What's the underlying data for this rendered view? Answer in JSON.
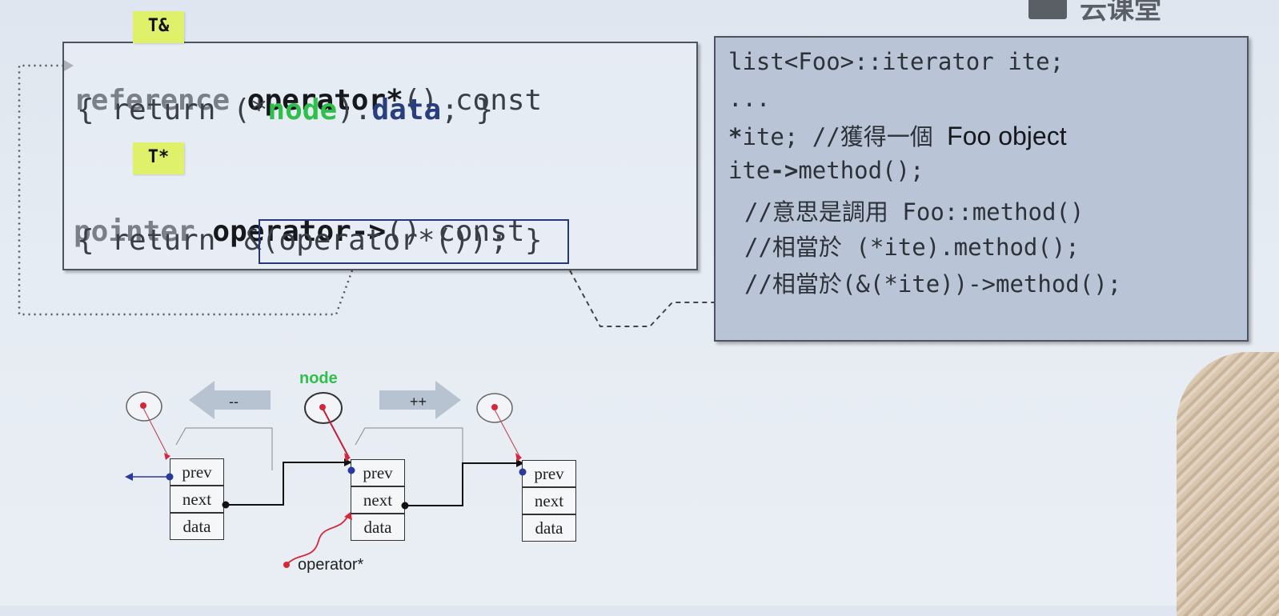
{
  "logo": {
    "text": "云课堂"
  },
  "left_code": {
    "tag_ref": "T&",
    "tag_ptr": "T*",
    "line1": {
      "type": "reference",
      "op": "operator*",
      "rest": "() const"
    },
    "line2": {
      "open": "{ return (*",
      "node": "node",
      "close": ").",
      "data": "data",
      "end": "; }"
    },
    "line3": {
      "type": "pointer",
      "op": "operator->",
      "rest": "() const"
    },
    "line4": {
      "open": "{ return ",
      "boxed": "&(operator*())",
      "end": "; }"
    }
  },
  "right_code": {
    "line1": "list<Foo>::iterator ite;",
    "line2": "...",
    "line3_star": "*",
    "line3_code": "ite; //",
    "line3_cjk": "獲得一個",
    "line3_sans": "Foo object",
    "line4_code": "ite",
    "line4_arrow": "->",
    "line4_rest": "method();",
    "line5_prefix": "//",
    "line5_cjk": "意思是調用",
    "line5_code": "Foo::method()",
    "line6_prefix": "//",
    "line6_cjk": "相當於",
    "line6_code": "(*ite).method();",
    "line7_prefix": "//",
    "line7_cjk": "相當於",
    "line7_code": "(&(*ite))->method();"
  },
  "diagram": {
    "node_label": "node",
    "dec_label": "--",
    "inc_label": "++",
    "cells": [
      "prev",
      "next",
      "data"
    ],
    "operator_label": "operator*"
  },
  "colors": {
    "tag": "#dff06a",
    "node_green": "#2fbf4a",
    "navy": "#283e7e",
    "red_dot": "#d4283a",
    "blue_dot": "#2a3a9c"
  }
}
